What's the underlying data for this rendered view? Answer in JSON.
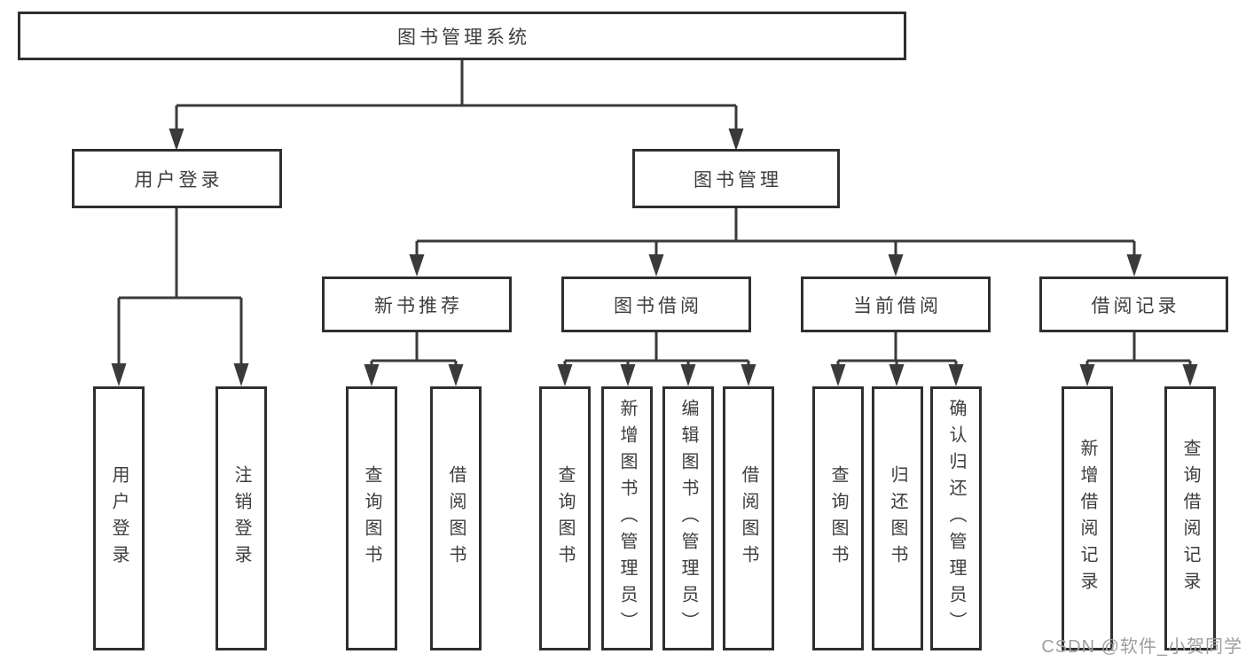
{
  "tree": {
    "root": {
      "label": "图书管理系统"
    },
    "branches": [
      {
        "label": "用户登录",
        "leaves": [
          "用户登录",
          "注销登录"
        ]
      },
      {
        "label": "图书管理",
        "groups": [
          {
            "label": "新书推荐",
            "leaves": [
              "查询图书",
              "借阅图书"
            ]
          },
          {
            "label": "图书借阅",
            "leaves": [
              "查询图书",
              "新增图书（管理员）",
              "编辑图书（管理员）",
              "借阅图书"
            ]
          },
          {
            "label": "当前借阅",
            "leaves": [
              "查询图书",
              "归还图书",
              "确认归还（管理员）"
            ]
          },
          {
            "label": "借阅记录",
            "leaves": [
              "新增借阅记录",
              "查询借阅记录"
            ]
          }
        ]
      }
    ]
  },
  "watermark": {
    "text": "CSDN @软件_小贺同学"
  },
  "colors": {
    "background": "#ffffff",
    "box_border": "#2f2f2f",
    "line": "#3a3a3a",
    "text": "#3d3d3d",
    "watermark": "#9e9e9e"
  }
}
